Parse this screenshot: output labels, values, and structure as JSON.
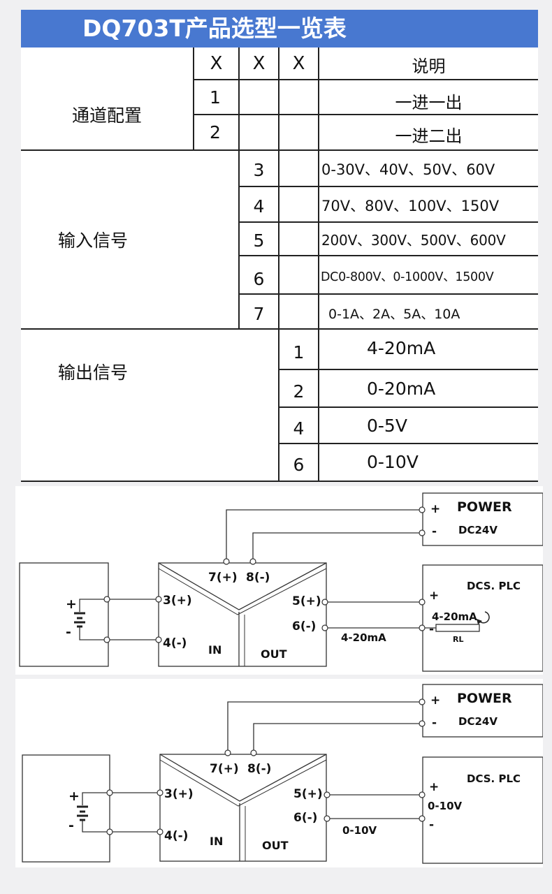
{
  "title": "DQ703T产品选型一览表",
  "table": {
    "header": {
      "x1": "X",
      "x2": "X",
      "x3": "X",
      "desc": "说明"
    },
    "channel": {
      "label": "通道配置",
      "rows": [
        {
          "code": "1",
          "desc": "一进一出"
        },
        {
          "code": "2",
          "desc": "一进二出"
        }
      ]
    },
    "input": {
      "label": "输入信号",
      "rows": [
        {
          "code": "3",
          "desc": "0-30V、40V、50V、60V"
        },
        {
          "code": "4",
          "desc": "70V、80V、100V、150V"
        },
        {
          "code": "5",
          "desc": "200V、300V、500V、600V"
        },
        {
          "code": "6",
          "desc": "DC0-800V、0-1000V、1500V"
        },
        {
          "code": "7",
          "desc": "0-1A、2A、5A、10A"
        }
      ]
    },
    "output": {
      "label": "输出信号",
      "rows": [
        {
          "code": "1",
          "desc": "4-20mA"
        },
        {
          "code": "2",
          "desc": "0-20mA"
        },
        {
          "code": "4",
          "desc": "0-5V"
        },
        {
          "code": "6",
          "desc": "0-10V"
        }
      ]
    }
  },
  "diagram1": {
    "power": {
      "plus": "+",
      "minus": "-",
      "label": "POWER",
      "voltage": "DC24V"
    },
    "source": {
      "plus": "+",
      "minus": "-"
    },
    "module": {
      "t7": "7(+)",
      "t8": "8(-)",
      "t3": "3(+)",
      "t4": "4(-)",
      "t5": "5(+)",
      "t6": "6(-)",
      "in": "IN",
      "out": "OUT"
    },
    "dcs": {
      "label": "DCS. PLC",
      "plus": "+",
      "minus": "-",
      "signal": "4-20mA",
      "resistor": "RL"
    },
    "wire_signal": "4-20mA"
  },
  "diagram2": {
    "power": {
      "plus": "+",
      "minus": "-",
      "label": "POWER",
      "voltage": "DC24V"
    },
    "source": {
      "plus": "+",
      "minus": "-"
    },
    "module": {
      "t7": "7(+)",
      "t8": "8(-)",
      "t3": "3(+)",
      "t4": "4(-)",
      "t5": "5(+)",
      "t6": "6(-)",
      "in": "IN",
      "out": "OUT"
    },
    "dcs": {
      "label": "DCS. PLC",
      "plus": "+",
      "minus": "-",
      "signal": "0-10V"
    },
    "wire_signal": "0-10V"
  }
}
